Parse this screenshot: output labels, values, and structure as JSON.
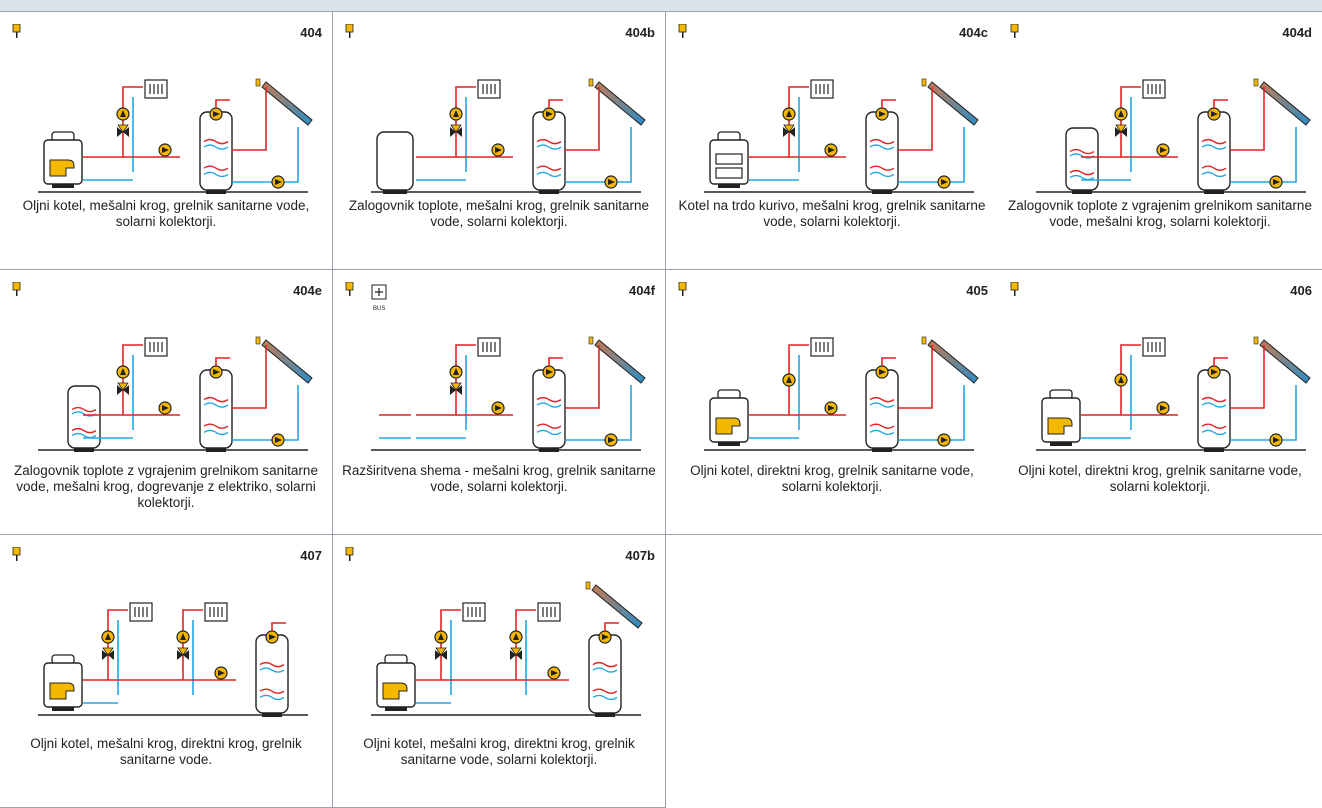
{
  "colors": {
    "hot": "#e02424",
    "cold": "#22a7e0",
    "pump": "#f5b800",
    "accent": "#f5b800",
    "border": "#9aa3ad"
  },
  "cells": [
    {
      "code": "404",
      "caption": "Oljni kotel, mešalni krog, grelnik sanitarne vode, solarni kolektorji.",
      "source": "oil-boiler",
      "solar": true,
      "mixer": true
    },
    {
      "code": "404b",
      "caption": "Zalogovnik toplote, mešalni krog, grelnik sanitarne vode, solarni kolektorji.",
      "source": "buffer",
      "solar": true,
      "mixer": true
    },
    {
      "code": "404c",
      "caption": "Kotel na trdo kurivo, mešalni krog, grelnik sanitarne vode, solarni kolektorji.",
      "source": "solid-boiler",
      "solar": true,
      "mixer": true
    },
    {
      "code": "404d",
      "caption": "Zalogovnik toplote z vgrajenim grelnikom sanitarne vode, mešalni krog, solarni kolektorji.",
      "source": "combi",
      "solar": true,
      "mixer": true
    },
    {
      "code": "404e",
      "caption": "Zalogovnik toplote z vgrajenim grelnikom sanitarne vode, mešalni krog, dogrevanje z elektriko, solarni kolektorji.",
      "source": "combi-e",
      "solar": true,
      "mixer": true
    },
    {
      "code": "404f",
      "caption": "Razširitvena shema - mešalni krog, grelnik sanitarne vode, solarni kolektorji.",
      "source": "none",
      "solar": true,
      "mixer": true,
      "bus": "BUS"
    },
    {
      "code": "405",
      "caption": "Oljni kotel, direktni krog, grelnik sanitarne vode, solarni kolektorji.",
      "source": "oil-boiler",
      "solar": true,
      "mixer": false
    },
    {
      "code": "406",
      "caption": "Oljni kotel, direktni krog, grelnik sanitarne vode, solarni kolektorji.",
      "source": "oil-boiler",
      "solar": true,
      "mixer": false,
      "valve": true
    },
    {
      "code": "407",
      "caption": "Oljni kotel, mešalni krog, direktni krog, grelnik sanitarne vode.",
      "source": "oil-boiler",
      "solar": false,
      "mixer": true,
      "two": true
    },
    {
      "code": "407b",
      "caption": "Oljni kotel, mešalni krog, direktni krog, grelnik sanitarne vode, solarni kolektorji.",
      "source": "oil-boiler",
      "solar": true,
      "mixer": true,
      "two": true
    }
  ]
}
